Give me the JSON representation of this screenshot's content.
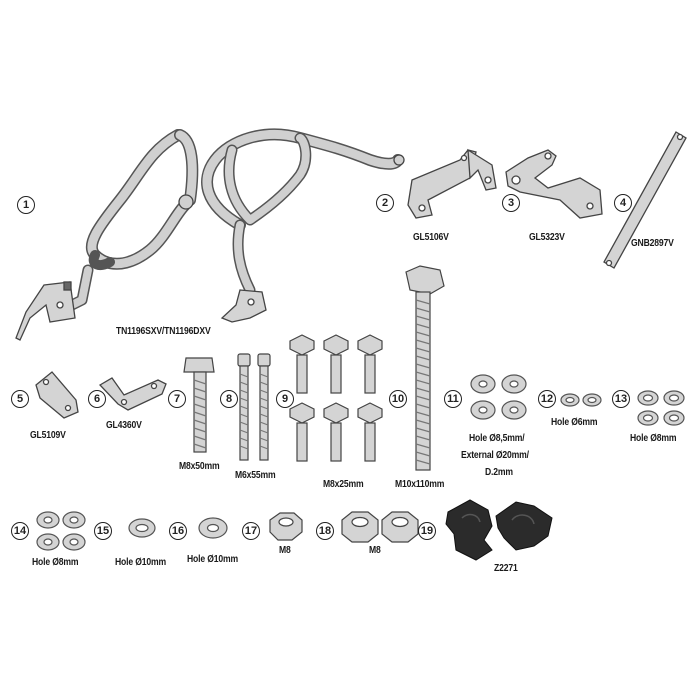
{
  "parts": [
    {
      "num": "1",
      "code": "TN1196SXV/TN1196DXV"
    },
    {
      "num": "2",
      "code": "GL5106V"
    },
    {
      "num": "3",
      "code": "GL5323V"
    },
    {
      "num": "4",
      "code": "GNB2897V"
    },
    {
      "num": "5",
      "code": "GL5109V"
    },
    {
      "num": "6",
      "code": "GL4360V"
    },
    {
      "num": "7",
      "code": "M8x50mm"
    },
    {
      "num": "8",
      "code": "M6x55mm"
    },
    {
      "num": "9",
      "code": "M8x25mm"
    },
    {
      "num": "10",
      "code": "M10x110mm"
    },
    {
      "num": "11",
      "code": "Hole Ø8,5mm/",
      "code2": "External Ø20mm/",
      "code3": "D.2mm"
    },
    {
      "num": "12",
      "code": "Hole Ø6mm"
    },
    {
      "num": "13",
      "code": "Hole Ø8mm"
    },
    {
      "num": "14",
      "code": "Hole Ø8mm"
    },
    {
      "num": "15",
      "code": "Hole Ø10mm"
    },
    {
      "num": "16",
      "code": "Hole Ø10mm"
    },
    {
      "num": "17",
      "code": "M8"
    },
    {
      "num": "18",
      "code": "M8"
    },
    {
      "num": "19",
      "code": "Z2271"
    }
  ],
  "colors": {
    "part_fill": "#c9c9c9",
    "part_stroke": "#4a4a4a",
    "dark_part": "#2b2b2b",
    "text": "#1a1a1a"
  }
}
